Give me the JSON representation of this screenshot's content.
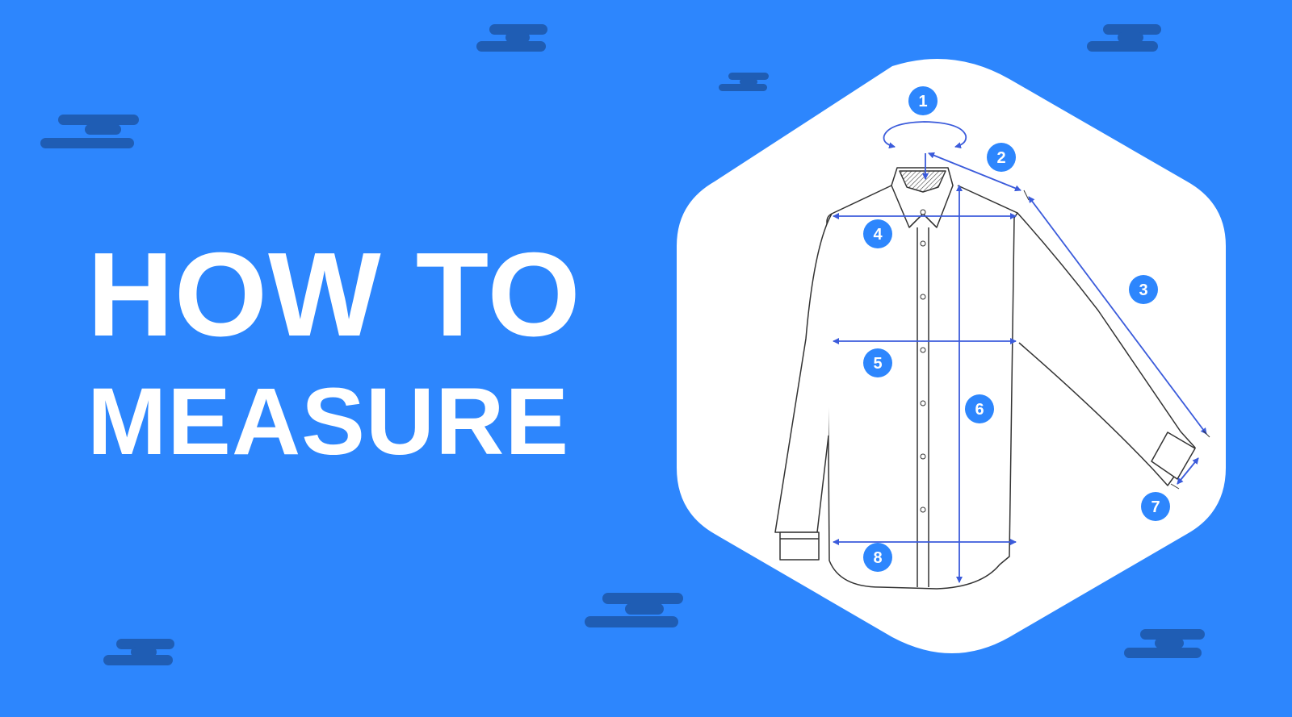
{
  "title": {
    "line1": "HOW TO",
    "line2": "MEASURE"
  },
  "measurement_labels": [
    "1",
    "2",
    "3",
    "4",
    "5",
    "6",
    "7",
    "8"
  ],
  "colors": {
    "background": "#2d86fd",
    "cloud": "#1f5db4",
    "hexagon": "#ffffff",
    "measure_line": "#3b5bdb",
    "badge": "#2d86fd",
    "outline": "#333333"
  }
}
